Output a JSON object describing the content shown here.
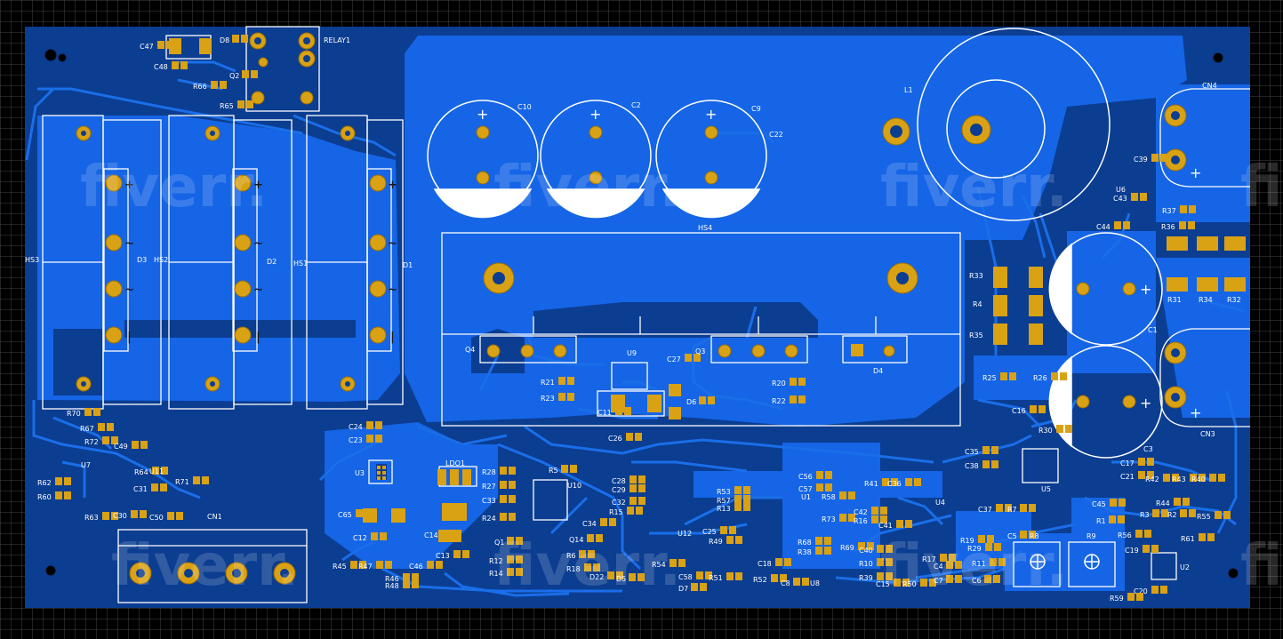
{
  "colors": {
    "background": "#000000",
    "grid": "#444444",
    "board": "#0b3d91",
    "copper_pour": "#1565e6",
    "pad": "#d9a114",
    "silkscreen": "#ffffff"
  },
  "watermark": "fiverr.",
  "relay_label": "RELAY1",
  "connectors": {
    "cn1": "CN1",
    "cn3": "CN3",
    "cn4": "CN4"
  },
  "heatsinks": {
    "hs1": "HS1",
    "hs2": "HS2",
    "hs3": "HS3",
    "hs4": "HS4"
  },
  "power": {
    "bridges": [
      "D1",
      "D2",
      "D3"
    ],
    "caps": [
      "C10",
      "C2",
      "C9",
      "C1",
      "C3"
    ],
    "inductor": "L1",
    "transistors": [
      "Q4",
      "Q3"
    ],
    "diode": "D4",
    "cap_small": "C22"
  },
  "ics": [
    "U1",
    "U2",
    "U3",
    "U4",
    "U5",
    "U6",
    "U7",
    "U8",
    "U9",
    "U10",
    "U11",
    "U12",
    "LDO1"
  ],
  "trimmers": [
    "R8",
    "R9"
  ],
  "symbols": {
    "plus": "+",
    "ac": "~",
    "minus": "|"
  },
  "components": [
    "C47",
    "C48",
    "D8",
    "Q2",
    "R66",
    "R65",
    "R33",
    "R4",
    "R35",
    "R31",
    "R34",
    "R32",
    "R25",
    "R26",
    "C16",
    "C39",
    "C43",
    "R37",
    "R36",
    "C44",
    "R70",
    "R67",
    "R72",
    "C49",
    "R64",
    "R62",
    "R60",
    "R63",
    "C30",
    "C50",
    "C31",
    "R71",
    "C24",
    "C23",
    "C65",
    "C12",
    "R45",
    "R47",
    "R46",
    "R48",
    "C46",
    "R28",
    "R27",
    "C33",
    "R24",
    "C14",
    "C13",
    "Q1",
    "R12",
    "R14",
    "R5",
    "C28",
    "C29",
    "C32",
    "R15",
    "C34",
    "Q14",
    "R6",
    "R18",
    "D22",
    "D5",
    "R21",
    "R23",
    "C27",
    "C11",
    "D6",
    "C26",
    "R20",
    "R22",
    "R54",
    "C58",
    "D7",
    "C56",
    "C57",
    "R53",
    "R57",
    "C25",
    "R13",
    "R49",
    "R51",
    "C18",
    "R52",
    "R58",
    "R73",
    "R68",
    "R38",
    "C8",
    "R69",
    "C42",
    "R16",
    "R41",
    "C36",
    "C41",
    "C40",
    "R10",
    "R39",
    "C15",
    "R50",
    "C37",
    "R7",
    "C5",
    "R17",
    "C4",
    "R19",
    "C7",
    "R29",
    "R11",
    "C6",
    "C35",
    "C38",
    "R30",
    "C17",
    "C21",
    "C45",
    "R42",
    "R43",
    "R40",
    "R44",
    "R1",
    "R3",
    "R2",
    "R56",
    "R55",
    "R61",
    "C19",
    "C20",
    "R59"
  ]
}
